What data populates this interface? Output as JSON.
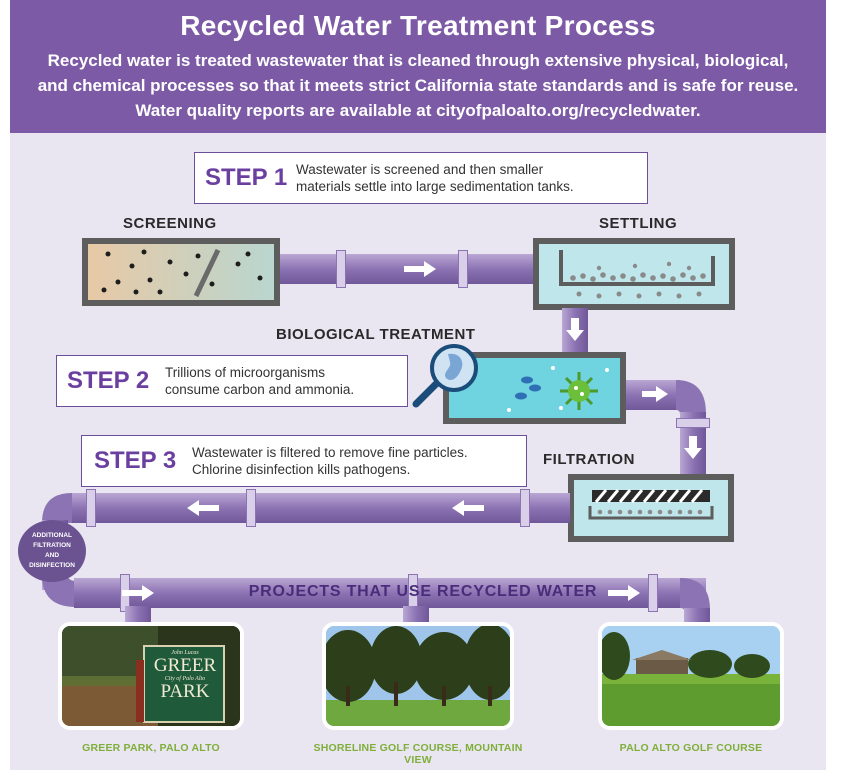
{
  "header": {
    "title": "Recycled Water Treatment Process",
    "description": "Recycled water is treated wastewater that is cleaned through extensive physical, biological, and chemical processes so that it meets strict California state standards and is safe for reuse. Water quality reports are available at cityofpaloalto.org/recycledwater."
  },
  "steps": [
    {
      "label": "STEP 1",
      "text_line1": "Wastewater is screened and then smaller",
      "text_line2": "materials settle into large sedimentation tanks."
    },
    {
      "label": "STEP 2",
      "text_line1": "Trillions of microorganisms",
      "text_line2": "consume carbon and ammonia."
    },
    {
      "label": "STEP 3",
      "text_line1": "Wastewater is filtered to remove fine particles.",
      "text_line2": "Chlorine disinfection kills pathogens."
    }
  ],
  "stages": {
    "screening": "SCREENING",
    "settling": "SETTLING",
    "biological": "BIOLOGICAL TREATMENT",
    "filtration": "FILTRATION"
  },
  "badge": {
    "line1": "ADDITIONAL",
    "line2": "FILTRATION",
    "line3": "AND",
    "line4": "DISINFECTION"
  },
  "projects_title": "PROJECTS THAT USE RECYCLED WATER",
  "photos": [
    {
      "caption": "GREER PARK, PALO ALTO",
      "sign_small": "John Lucas",
      "sign_big1": "GREER",
      "sign_city": "City of Palo Alto",
      "sign_big2": "PARK"
    },
    {
      "caption": "SHORELINE GOLF COURSE, MOUNTAIN VIEW"
    },
    {
      "caption": "PALO ALTO GOLF COURSE"
    }
  ],
  "colors": {
    "header_bg": "#7d5aa6",
    "panel_bg": "#e9e6f1",
    "pipe": "#8c73b3",
    "step_label": "#6b3fa0",
    "caption": "#7fae3a"
  }
}
